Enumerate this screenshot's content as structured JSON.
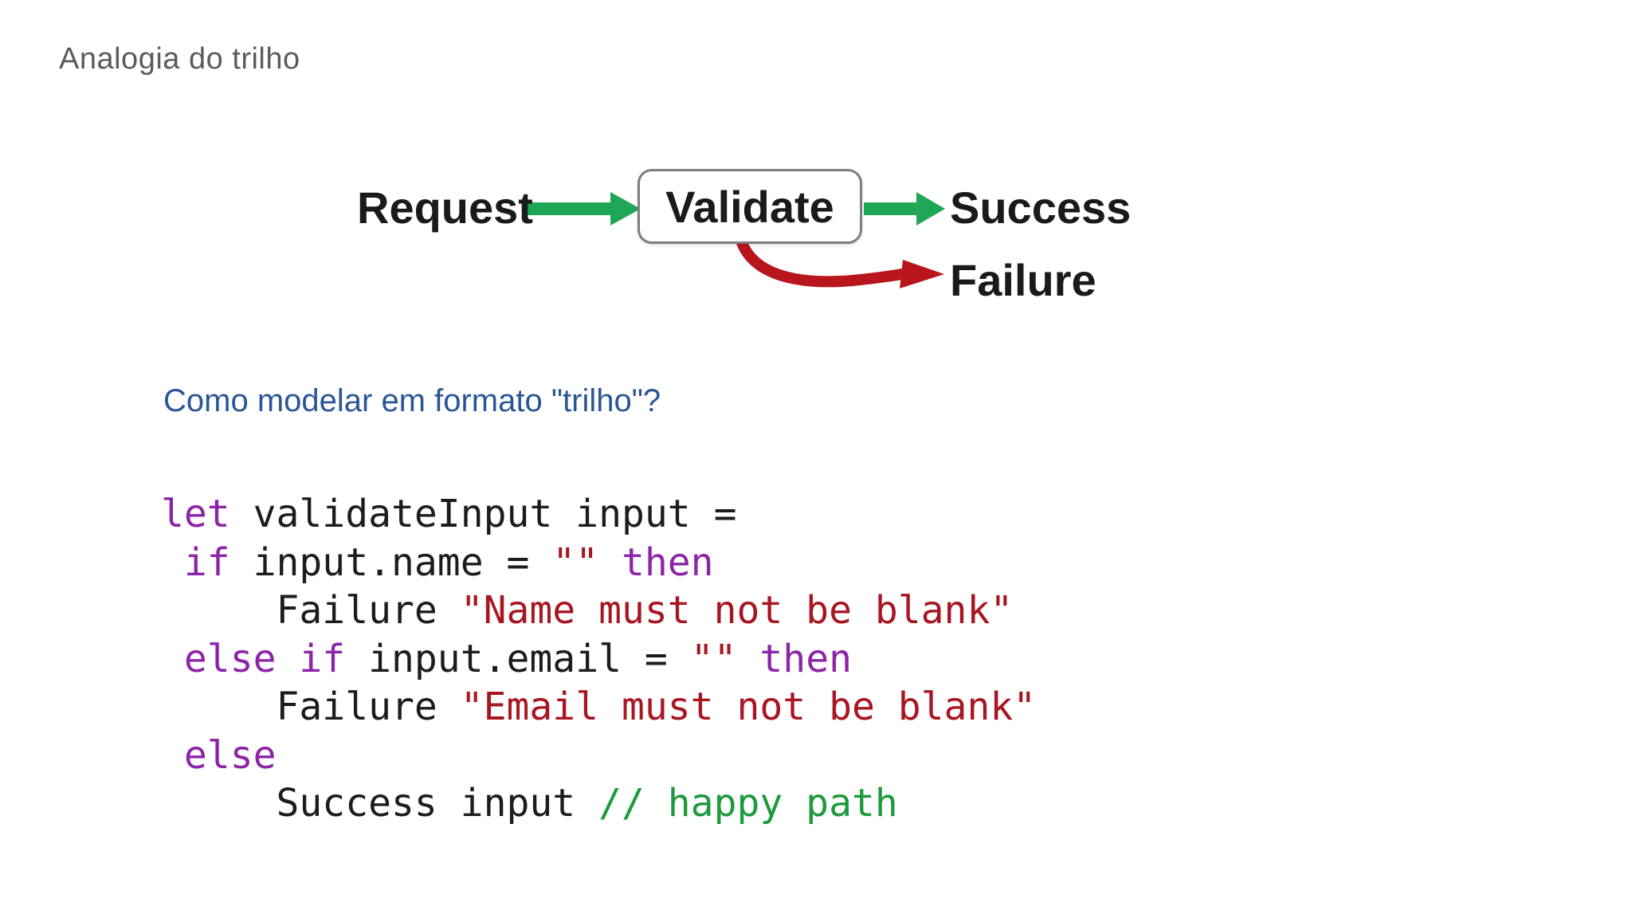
{
  "slide": {
    "title": "Analogia do trilho",
    "question": "Como modelar em formato \"trilho\"?"
  },
  "diagram": {
    "request_label": "Request",
    "validate_label": "Validate",
    "success_label": "Success",
    "failure_label": "Failure"
  },
  "code": {
    "lines": [
      [
        [
          "kw",
          "let"
        ],
        [
          "pl",
          " validateInput input ="
        ]
      ],
      [
        [
          "pl",
          " "
        ],
        [
          "kw",
          "if"
        ],
        [
          "pl",
          " input.name = "
        ],
        [
          "str",
          "\"\""
        ],
        [
          "pl",
          " "
        ],
        [
          "kw",
          "then"
        ]
      ],
      [
        [
          "pl",
          "     Failure "
        ],
        [
          "str",
          "\"Name must not be blank\""
        ]
      ],
      [
        [
          "pl",
          " "
        ],
        [
          "kw",
          "else"
        ],
        [
          "pl",
          " "
        ],
        [
          "kw",
          "if"
        ],
        [
          "pl",
          " input.email = "
        ],
        [
          "str",
          "\"\""
        ],
        [
          "pl",
          " "
        ],
        [
          "kw",
          "then"
        ]
      ],
      [
        [
          "pl",
          "     Failure "
        ],
        [
          "str",
          "\"Email must not be blank\""
        ]
      ],
      [
        [
          "pl",
          " "
        ],
        [
          "kw",
          "else"
        ]
      ],
      [
        [
          "pl",
          "     Success input "
        ],
        [
          "com",
          "// happy path"
        ]
      ]
    ]
  },
  "colors": {
    "title_gray": "#5B5B5B",
    "question_blue": "#2B5596",
    "diagram_text": "#1A1A1A",
    "arrow_green": "#1FA656",
    "arrow_red": "#B8151C",
    "box_border": "#7E7E7E",
    "code_kw": "#8C24A8",
    "code_str": "#A81622",
    "code_com": "#1E9A3C",
    "code_pl": "#1C1C1C"
  }
}
